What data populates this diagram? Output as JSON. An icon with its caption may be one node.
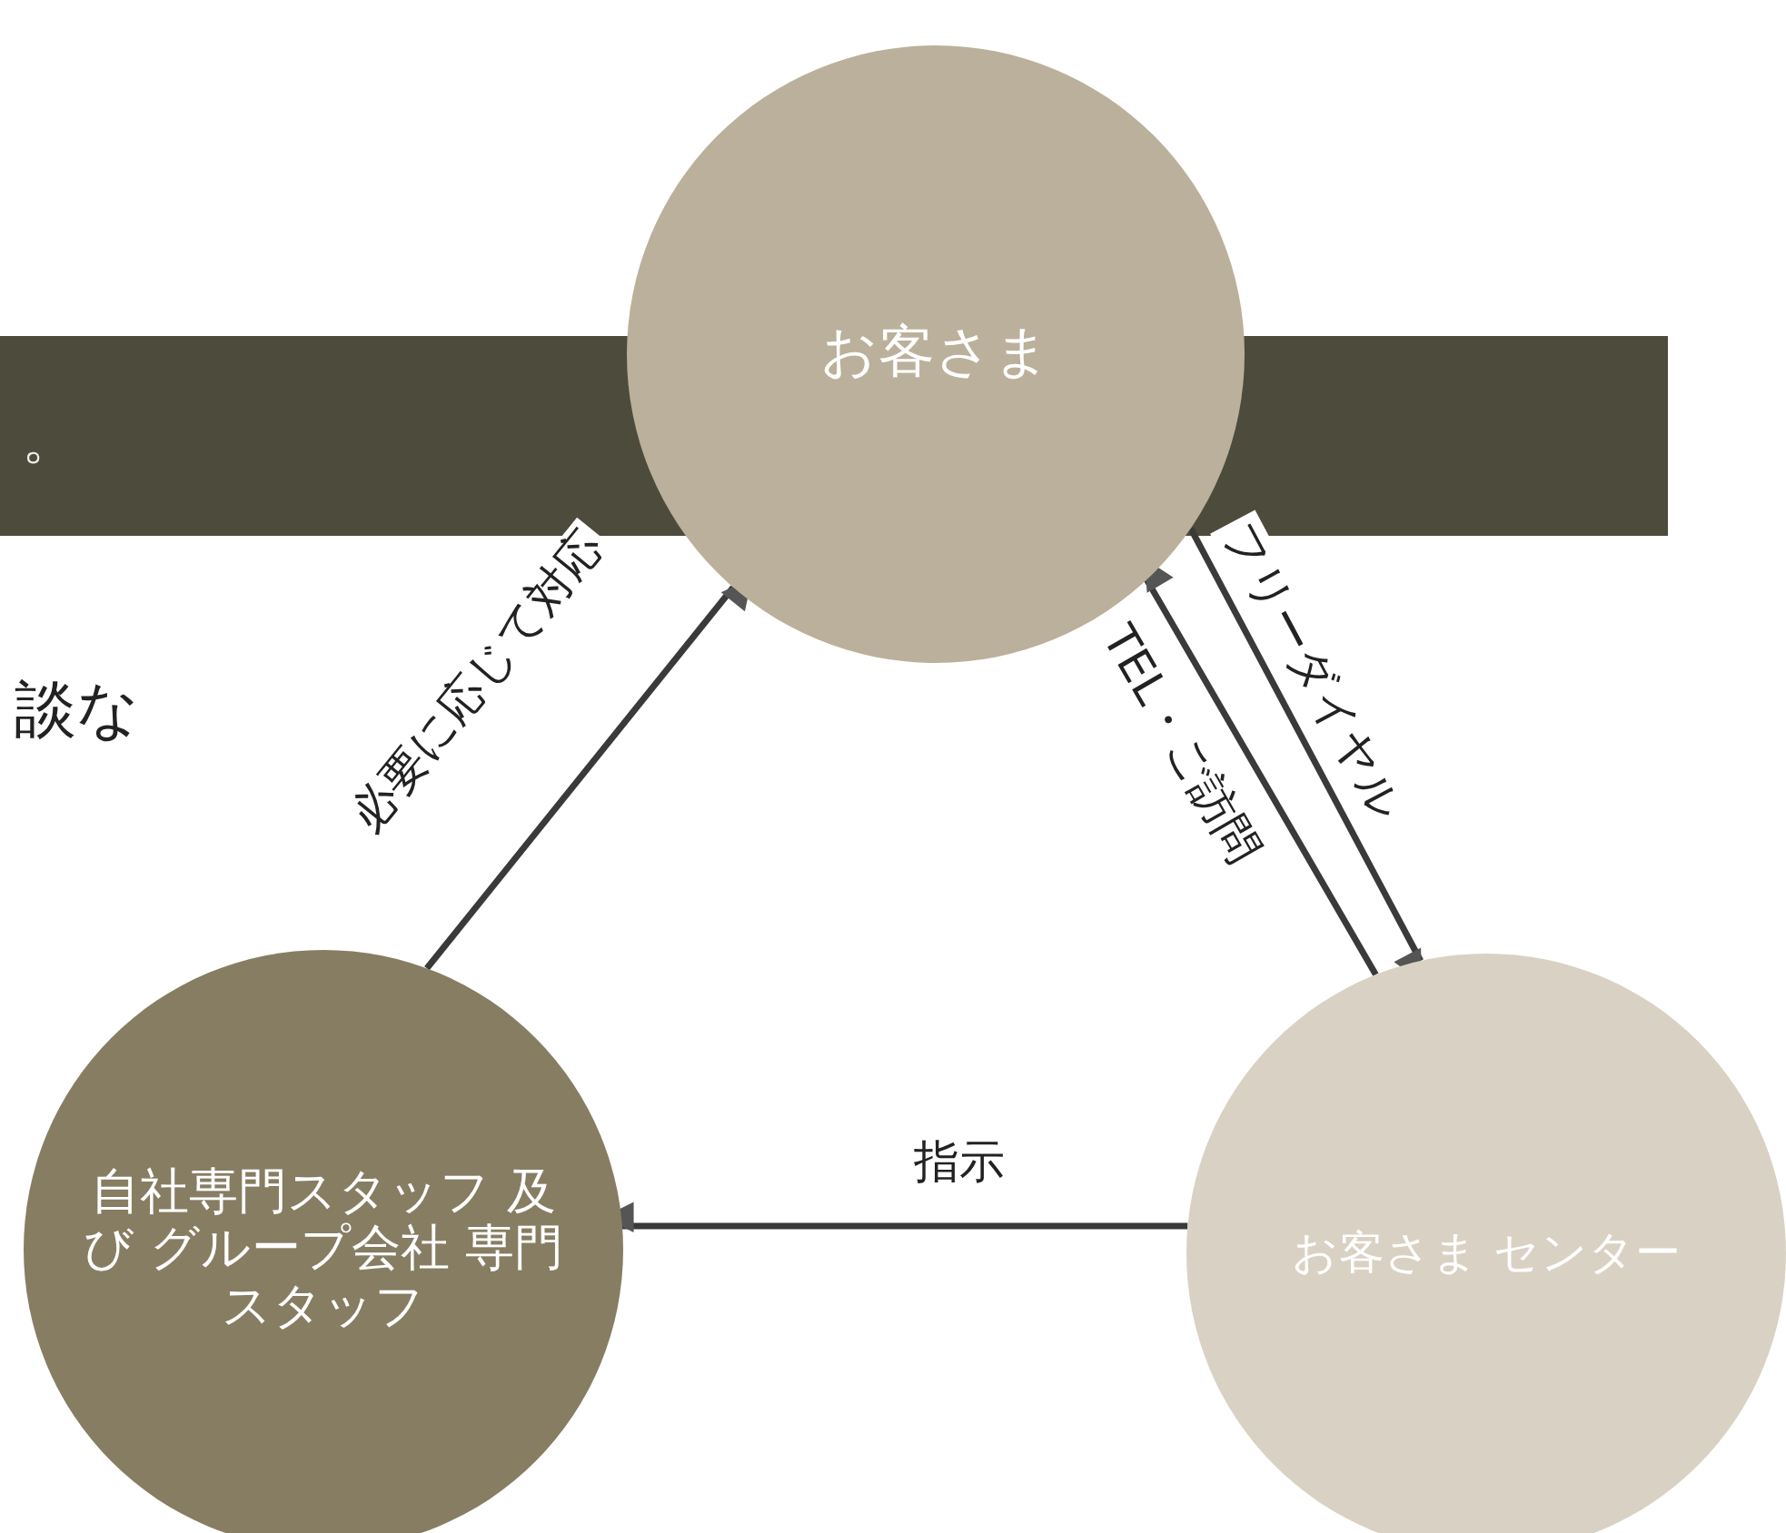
{
  "diagram": {
    "nodes": [
      {
        "text": [
          "お客さま"
        ]
      },
      {
        "text": [
          "自社専門スタッフ 及び グループ会社 専門スタッフ"
        ]
      },
      {
        "text": [
          "お客さま センター"
        ]
      }
    ],
    "edges": [
      {
        "from": 1,
        "to": 0,
        "arrow": "to",
        "label": "必要に応じて対応"
      },
      {
        "from": 0,
        "to": 2,
        "arrow": "to",
        "label": "フリーダイヤル"
      },
      {
        "from": 2,
        "to": 0,
        "arrow": "to",
        "label": "TEL・ご訪問"
      },
      {
        "from": 2,
        "to": 1,
        "arrow": "to",
        "label": "指示"
      }
    ],
    "labels": [
      "。",
      "談な"
    ]
  }
}
